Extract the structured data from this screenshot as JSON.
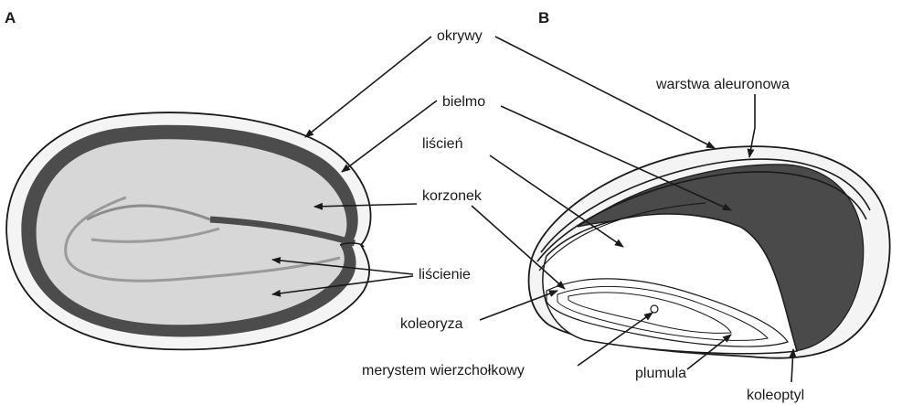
{
  "panels": {
    "a": "A",
    "b": "B"
  },
  "labels": {
    "okrywy": "okrywy",
    "bielmo": "bielmo",
    "korzonek": "korzonek",
    "liscienie": "liścienie",
    "warstwa_aleuronowa": "warstwa aleuronowa",
    "liscien": "liścień",
    "koleoryza": "koleoryza",
    "merystem": "merystem wierzchołkowy",
    "plumula": "plumula",
    "koleoptyl": "koleoptyl"
  },
  "colors": {
    "seed_fill": "#d7d7d7",
    "endosperm_dark": "#4a4a4a",
    "seed_coat": "#f4f4f4",
    "cotyledon_b": "#ededed",
    "line": "#1a1a1a"
  }
}
